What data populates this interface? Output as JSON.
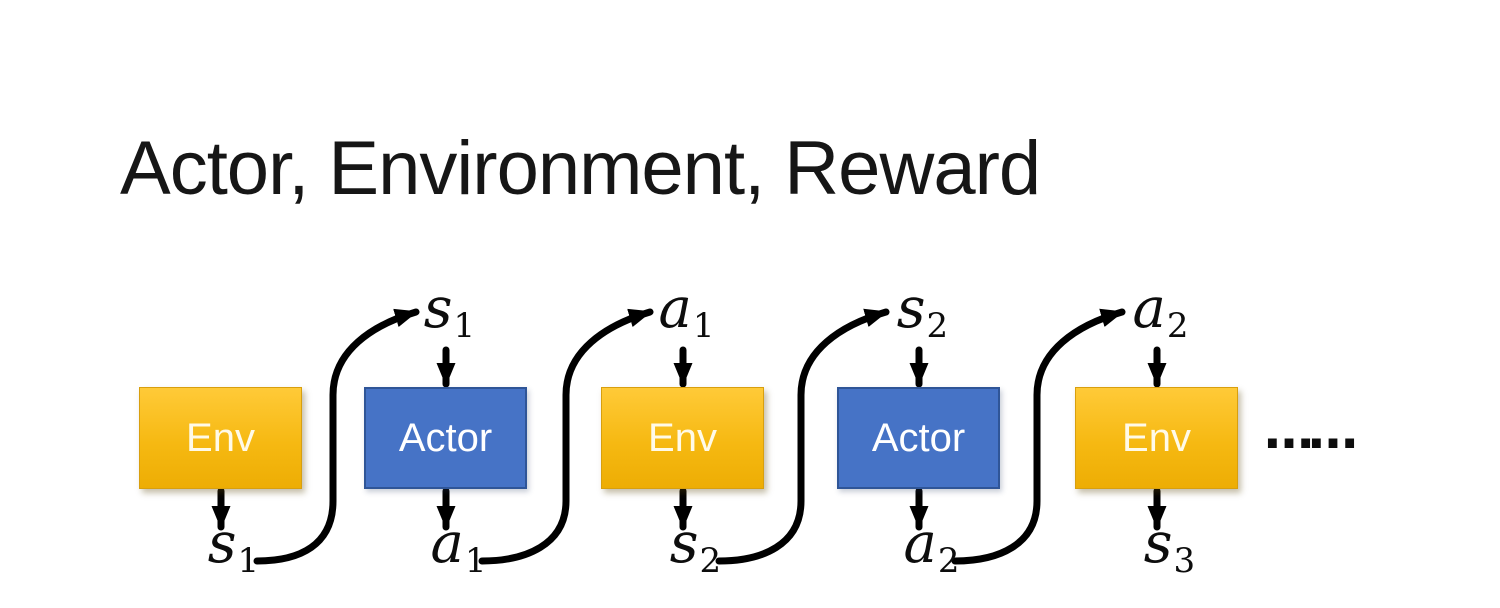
{
  "slide": {
    "title": "Actor, Environment, Reward",
    "ellipsis": "……"
  },
  "diagram": {
    "nodes": [
      {
        "label": "Env",
        "type": "env",
        "top_label": null,
        "bottom_label": {
          "base": "s",
          "sub": "1"
        }
      },
      {
        "label": "Actor",
        "type": "actor",
        "top_label": {
          "base": "s",
          "sub": "1"
        },
        "bottom_label": {
          "base": "a",
          "sub": "1"
        }
      },
      {
        "label": "Env",
        "type": "env",
        "top_label": {
          "base": "a",
          "sub": "1"
        },
        "bottom_label": {
          "base": "s",
          "sub": "2"
        }
      },
      {
        "label": "Actor",
        "type": "actor",
        "top_label": {
          "base": "s",
          "sub": "2"
        },
        "bottom_label": {
          "base": "a",
          "sub": "2"
        }
      },
      {
        "label": "Env",
        "type": "env",
        "top_label": {
          "base": "a",
          "sub": "2"
        },
        "bottom_label": {
          "base": "s",
          "sub": "3"
        }
      }
    ],
    "colors": {
      "env_fill_top": "#FFCA38",
      "env_fill_bottom": "#EDAD04",
      "env_border": "#D89F0E",
      "env_text": "#FFFAE8",
      "actor_fill": "#4673C6",
      "actor_border": "#2F5597",
      "actor_text": "#FFFFFF",
      "arrow": "#000000",
      "title_text": "#161616"
    }
  }
}
